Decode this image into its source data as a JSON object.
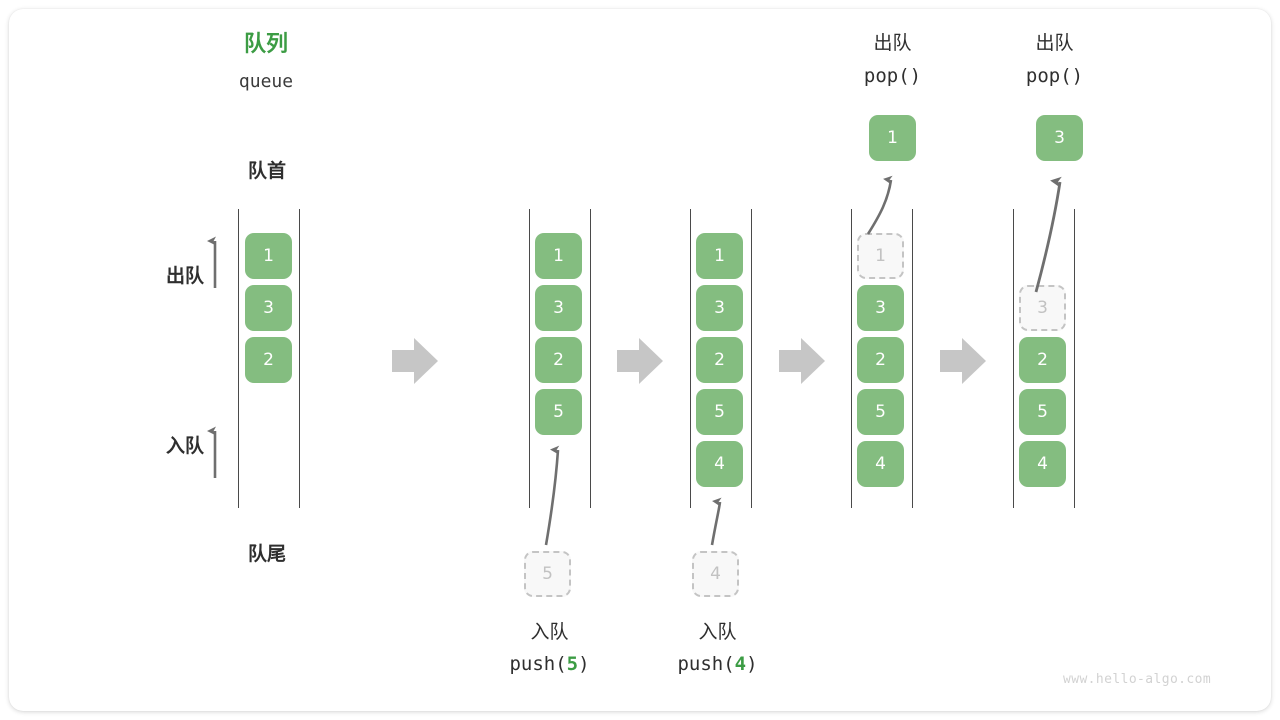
{
  "figure": {
    "title_cjk": "队列",
    "title_en": "queue",
    "watermark": "www.hello-algo.com",
    "accent_green": "#3c9c44",
    "box_green": "#84bd80",
    "ghost_gray": "#c4c4c4",
    "arrow_gray": "#c6c6c6",
    "rail_color": "#4a4a4a"
  },
  "annotations": {
    "front": "队首",
    "rear": "队尾",
    "dequeue": "出队",
    "enqueue": "入队"
  },
  "stages": [
    {
      "id": "initial",
      "op_cjk": "",
      "op_call": "",
      "items": [
        "1",
        "3",
        "2"
      ],
      "ghost_slot": null,
      "ghost_value": null
    },
    {
      "id": "push-5",
      "op_cjk": "入队",
      "op_call_prefix": "push(",
      "op_call_arg": "5",
      "op_call_suffix": ")",
      "items": [
        "1",
        "3",
        "2",
        "5"
      ],
      "incoming_value": "5"
    },
    {
      "id": "push-4",
      "op_cjk": "入队",
      "op_call_prefix": "push(",
      "op_call_arg": "4",
      "op_call_suffix": ")",
      "items": [
        "1",
        "3",
        "2",
        "5",
        "4"
      ],
      "incoming_value": "4"
    },
    {
      "id": "pop-1",
      "op_cjk": "出队",
      "op_call": "pop()",
      "popped_value": "1",
      "ghost_value": "1",
      "items": [
        "3",
        "2",
        "5",
        "4"
      ]
    },
    {
      "id": "pop-3",
      "op_cjk": "出队",
      "op_call": "pop()",
      "popped_value": "3",
      "ghost_value": "3",
      "items": [
        "2",
        "5",
        "4"
      ]
    }
  ],
  "boxes": {
    "c1": [
      {
        "v": "1",
        "t": 233
      },
      {
        "v": "3",
        "t": 285
      },
      {
        "v": "2",
        "t": 337
      }
    ],
    "c2": [
      {
        "v": "1",
        "t": 233
      },
      {
        "v": "3",
        "t": 285
      },
      {
        "v": "2",
        "t": 337
      },
      {
        "v": "5",
        "t": 389
      }
    ],
    "c3": [
      {
        "v": "1",
        "t": 233
      },
      {
        "v": "3",
        "t": 285
      },
      {
        "v": "2",
        "t": 337
      },
      {
        "v": "5",
        "t": 389
      },
      {
        "v": "4",
        "t": 441
      }
    ],
    "c4": [
      {
        "v": "3",
        "t": 285
      },
      {
        "v": "2",
        "t": 337
      },
      {
        "v": "5",
        "t": 389
      },
      {
        "v": "4",
        "t": 441
      }
    ],
    "c5": [
      {
        "v": "2",
        "t": 337
      },
      {
        "v": "5",
        "t": 389
      },
      {
        "v": "4",
        "t": 441
      }
    ]
  }
}
